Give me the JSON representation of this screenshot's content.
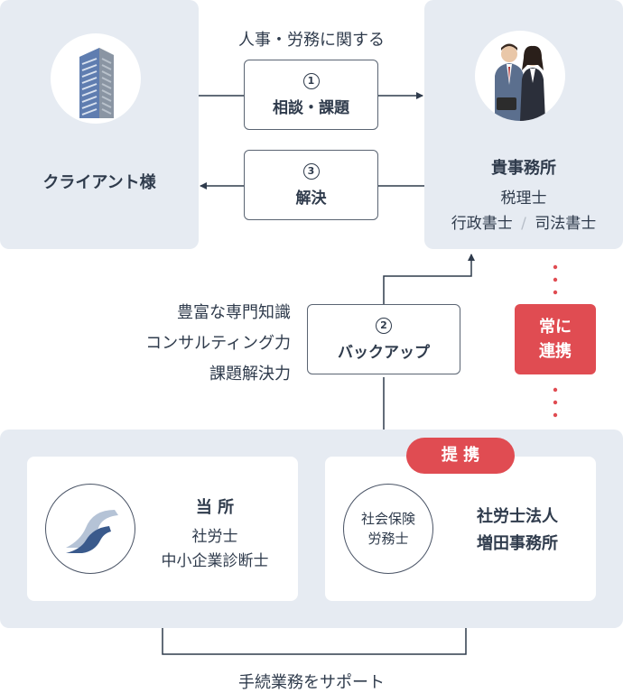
{
  "client": {
    "label": "クライアント様"
  },
  "top_caption": "人事・労務に関する",
  "steps": [
    {
      "num": "1",
      "label": "相談・課題"
    },
    {
      "num": "3",
      "label": "解決"
    },
    {
      "num": "2",
      "label": "バックアップ"
    }
  ],
  "firm": {
    "title": "貴事務所",
    "line1": "税理士",
    "line2a": "行政書士",
    "sep": "/",
    "line2b": "司法書士"
  },
  "backup_features": [
    "豊富な専門知識",
    "コンサルティング力",
    "課題解決力"
  ],
  "always_link": {
    "line1": "常に",
    "line2": "連携"
  },
  "partner_badge": "提 携",
  "ours": {
    "title": "当 所",
    "line1": "社労士",
    "line2": "中小企業診断士"
  },
  "partner": {
    "circle_line1": "社会保険",
    "circle_line2": "労務士",
    "name_line1": "社労士法人",
    "name_line2": "増田事務所"
  },
  "bottom_caption": "手続業務をサポート",
  "colors": {
    "panel": "#e6ebf2",
    "text": "#2f3b4c",
    "accent": "#e04c52",
    "logo": "#3a5a8c"
  },
  "icons": [
    "building-icon",
    "business-people-icon",
    "company-logo-icon"
  ]
}
